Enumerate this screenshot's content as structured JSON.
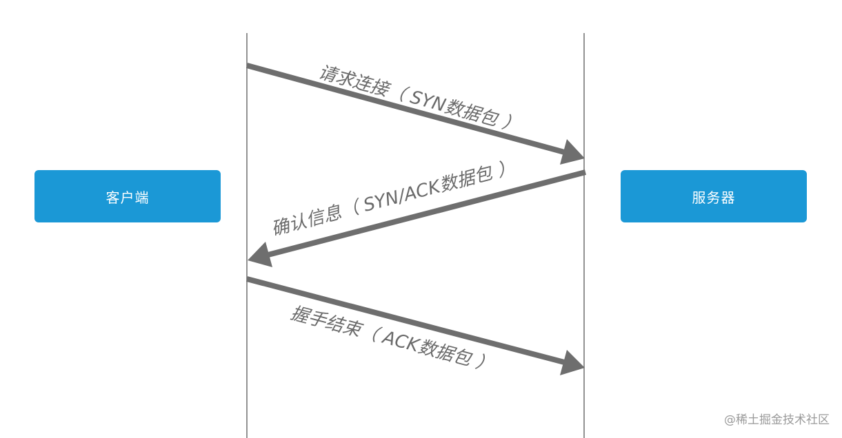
{
  "nodes": {
    "client": "客户端",
    "server": "服务器"
  },
  "messages": [
    {
      "label": "请求连接（ SYN数据包 ）",
      "direction": "client-to-server"
    },
    {
      "label": "确认信息（ SYN/ACK数据包 ）",
      "direction": "server-to-client"
    },
    {
      "label": "握手结束（ ACK数据包 ）",
      "direction": "client-to-server"
    }
  ],
  "watermark": "@稀土掘金技术社区",
  "colors": {
    "node_fill": "#1b98d6",
    "arrow": "#6e6e6e",
    "lifeline": "#6e6e6e",
    "label_text": "#6a6a6a"
  }
}
